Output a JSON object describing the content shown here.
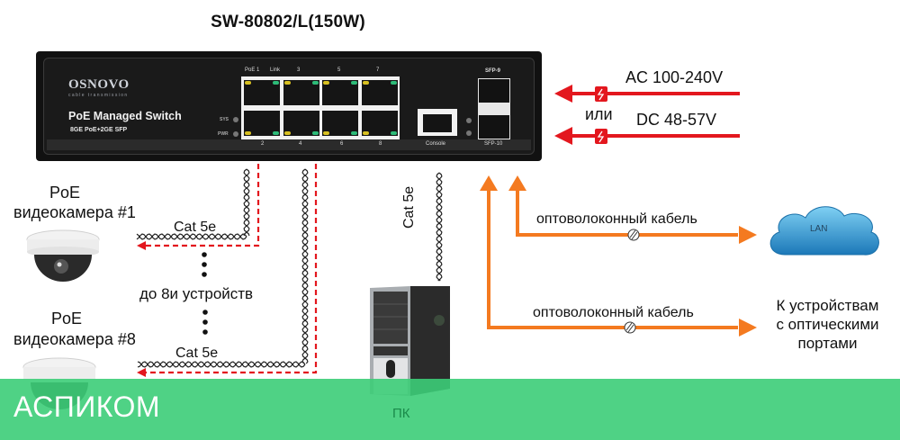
{
  "title": "SW-80802/L(150W)",
  "switch": {
    "brand": "OSNOVO",
    "brand_tagline": "cable transmission",
    "model_label": "PoE Managed Switch",
    "ports_description": "8GE PoE+2GE SFP",
    "led_labels": [
      "SYS",
      "PWR"
    ],
    "top_port_labels": [
      "PoE 1",
      "Link",
      "3",
      "5",
      "7"
    ],
    "bottom_port_labels": [
      "2",
      "4",
      "6",
      "8"
    ],
    "console_label": "Console",
    "sfp_labels": [
      "SFP-9",
      "SFP-10"
    ]
  },
  "power": {
    "ac_label": "AC 100-240V",
    "or_label": "или",
    "dc_label": "DC 48-57V",
    "color": "#e3171e"
  },
  "cameras": [
    {
      "line1": "PoE",
      "line2": "видеокамера #1",
      "cable": "Cat 5e"
    },
    {
      "line1": "PoE",
      "line2": "видеокамера #8",
      "cable": "Cat 5e"
    }
  ],
  "devices_note": "до 8и устройств",
  "pc": {
    "cable": "Cat 5e",
    "label": "ПК"
  },
  "fiber": {
    "color": "#f47a20",
    "links": [
      {
        "cable": "оптоволоконный кабель",
        "target": "LAN"
      },
      {
        "cable": "оптоволоконный кабель",
        "target_lines": [
          "К устройствам",
          "с оптическими",
          "портами"
        ]
      }
    ]
  },
  "watermark": {
    "text": "АСПИКОМ",
    "color": "#3ccd78"
  }
}
